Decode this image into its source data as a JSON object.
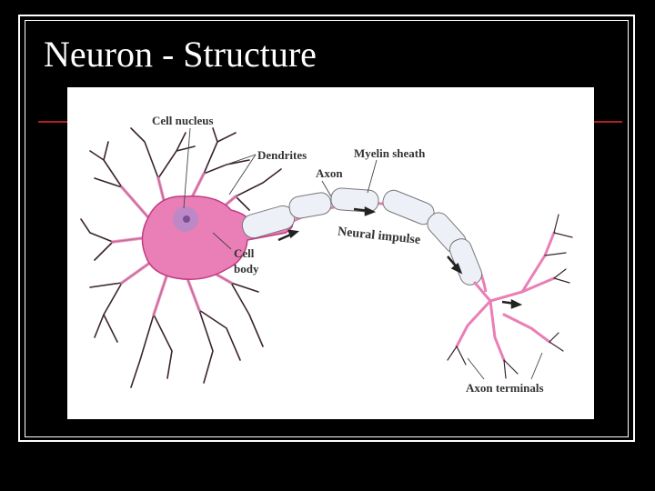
{
  "slide": {
    "title": "Neuron - Structure"
  },
  "diagram": {
    "labels": {
      "cell_nucleus": "Cell nucleus",
      "dendrites": "Dendrites",
      "myelin_sheath": "Myelin sheath",
      "axon": "Axon",
      "neural_impulse": "Neural impulse",
      "cell_body_line1": "Cell",
      "cell_body_line2": "body",
      "axon_terminals": "Axon terminals"
    },
    "colors": {
      "rule": "#b21f1f",
      "cell_fill": "#e97fb6",
      "cell_stroke": "#c23a82",
      "nucleus": "#b489c9",
      "myelin_fill": "#eef0f8",
      "dendrite_ink": "#3a2430",
      "leader_line": "#444444"
    }
  }
}
